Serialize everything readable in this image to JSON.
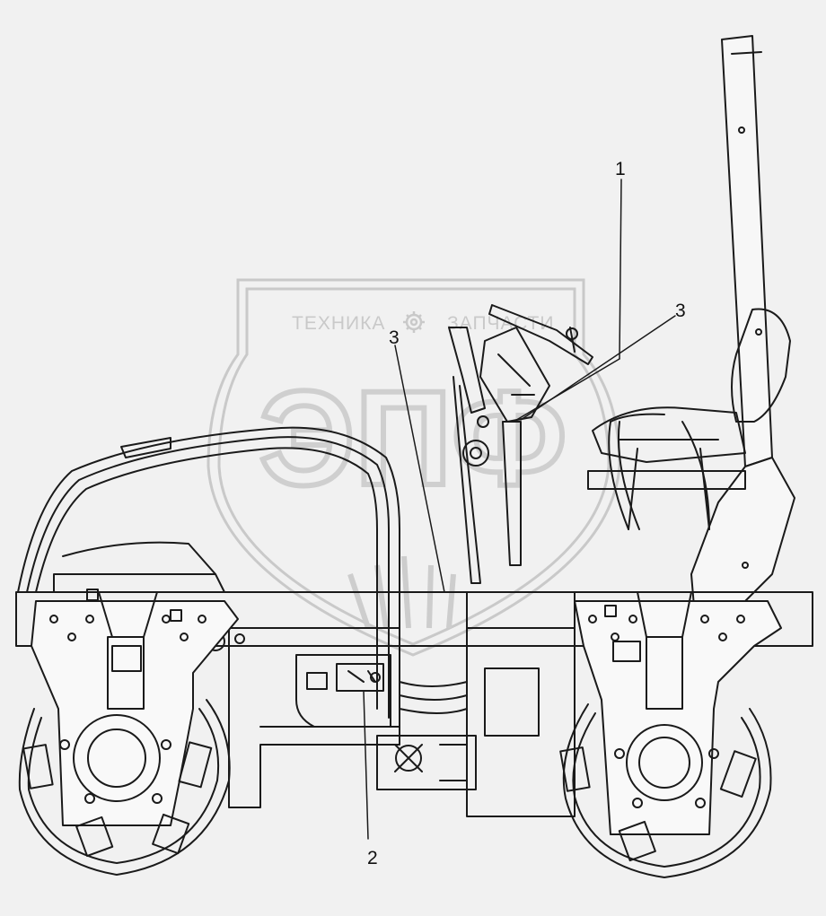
{
  "watermark": {
    "left_text": "ТЕХНИКА",
    "right_text": "ЗАПЧАСТИ",
    "logo_letters": "ЭПФ",
    "icon": "gear-icon"
  },
  "callouts": {
    "label_1": "1",
    "label_2": "2",
    "label_3a": "3",
    "label_3b": "3"
  },
  "colors": {
    "background": "#f1f1f1",
    "line": "#1a1a1a",
    "watermark": "#c9c9c9"
  }
}
